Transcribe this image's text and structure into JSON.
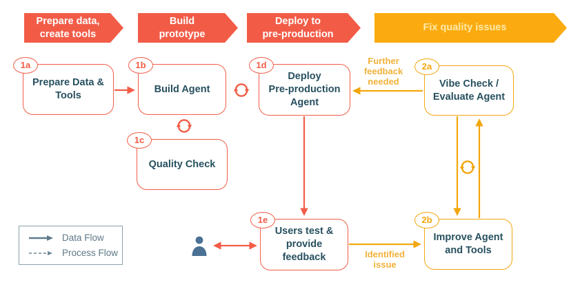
{
  "colors": {
    "red_accent": "#F25C47",
    "yellow_accent": "#F2A60C",
    "banner_yellow": "#FBAB0F",
    "node_text_teal": "#27505F",
    "legend_gray": "#5F7886",
    "person_blue": "#4A7093"
  },
  "banners": [
    {
      "label": "Prepare data,\ncreate tools"
    },
    {
      "label": "Build\nprototype"
    },
    {
      "label": "Deploy to\npre-production"
    },
    {
      "label": "Fix quality issues"
    }
  ],
  "boxes": [
    {
      "badge": "1a",
      "label": "Prepare Data &\nTools"
    },
    {
      "badge": "1b",
      "label": "Build Agent"
    },
    {
      "badge": "1c",
      "label": "Quality Check"
    },
    {
      "badge": "1d",
      "label": "Deploy\nPre-production\nAgent"
    },
    {
      "badge": "2a",
      "label": "Vibe Check /\nEvaluate Agent"
    },
    {
      "badge": "1e",
      "label": "Users test &\nprovide\nfeedback"
    },
    {
      "badge": "2b",
      "label": "Improve Agent\nand Tools"
    }
  ],
  "edge_labels": {
    "further_feedback": "Further\nfeedback\nneeded",
    "identified_issue": "Identified\nissue"
  },
  "legend": {
    "data_flow": "Data Flow",
    "process_flow": "Process Flow"
  },
  "icons": {
    "cycle": "cycle-arrows-icon",
    "person": "user-silhouette-icon"
  }
}
